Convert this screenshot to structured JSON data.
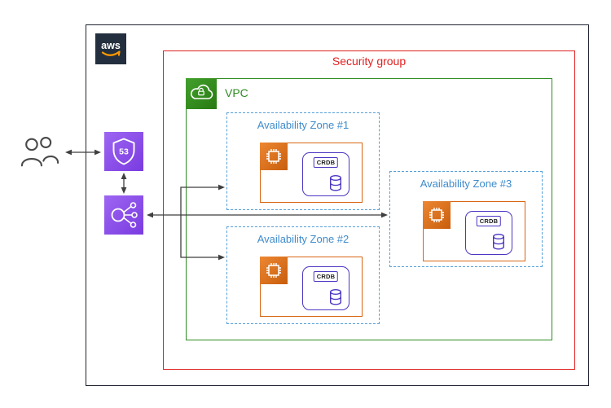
{
  "aws_cloud": {
    "logo_text": "aws"
  },
  "security_group": {
    "label": "Security group"
  },
  "vpc": {
    "label": "VPC"
  },
  "availability_zones": [
    {
      "label": "Availability Zone #1"
    },
    {
      "label": "Availability Zone #2"
    },
    {
      "label": "Availability Zone #3"
    }
  ],
  "crdb_node": {
    "label": "CRDB"
  },
  "route53": {
    "badge_text": "53"
  },
  "icons": {
    "users": "two-users-outline",
    "route53": "shield-53",
    "elastic_load_balancer": "network-nodes",
    "ec2_instance": "processor-chip",
    "vpc": "cloud-with-lock",
    "database": "cylinder"
  },
  "colors": {
    "security_group_red": "#E02020",
    "vpc_green": "#2E8B22",
    "az_blue": "#55A0D8",
    "ec2_orange": "#D86613",
    "aws_purple": "#8C4FFF",
    "crdb_purple": "#4A36C2",
    "arrow_gray": "#3F3F3F",
    "aws_dark": "#232F3E"
  }
}
